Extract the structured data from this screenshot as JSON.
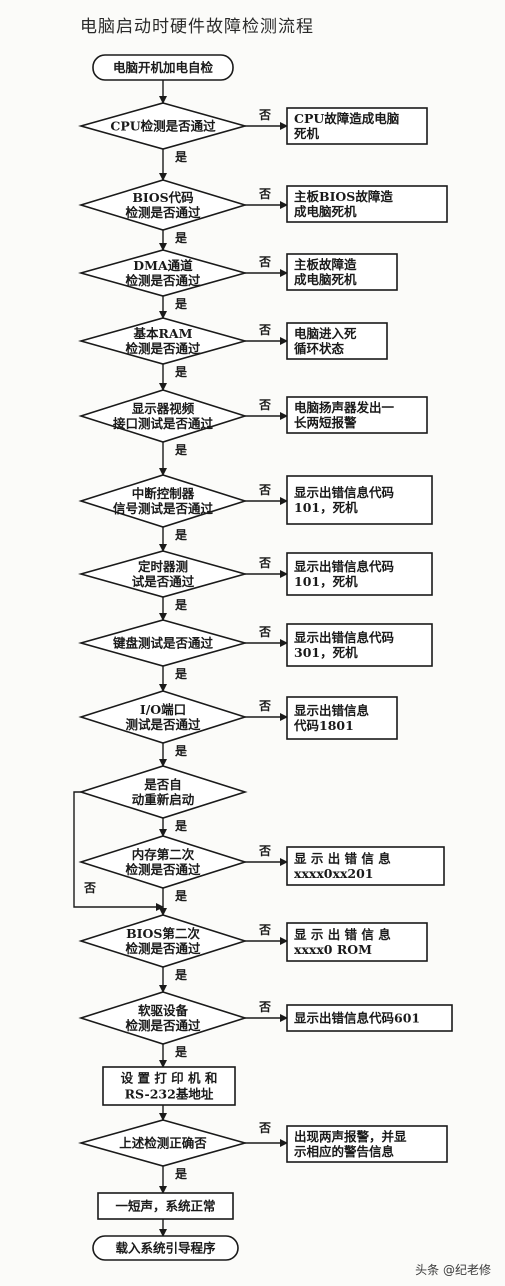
{
  "title": "电脑启动时硬件故障检测流程",
  "watermark": "头条 @纪老修",
  "labels": {
    "yes": "是",
    "no": "否"
  },
  "start": [
    "电脑开机加电自检"
  ],
  "checks": [
    {
      "q": [
        "CPU检测是否通过"
      ],
      "fail": [
        "CPU故障造成电脑",
        "死机"
      ]
    },
    {
      "q": [
        "BIOS代码",
        "检测是否通过"
      ],
      "fail": [
        "主板BIOS故障造",
        "成电脑死机"
      ]
    },
    {
      "q": [
        "DMA通道",
        "检测是否通过"
      ],
      "fail": [
        "主板故障造",
        "成电脑死机"
      ]
    },
    {
      "q": [
        "基本RAM",
        "检测是否通过"
      ],
      "fail": [
        "电脑进入死",
        "循环状态"
      ]
    },
    {
      "q": [
        "显示器视频",
        "接口测试是否通过"
      ],
      "fail": [
        "电脑扬声器发出一",
        "长两短报警"
      ]
    },
    {
      "q": [
        "中断控制器",
        "信号测试是否通过"
      ],
      "fail": [
        "显示出错信息代码",
        "101，死机"
      ]
    },
    {
      "q": [
        "定时器测",
        "试是否通过"
      ],
      "fail": [
        "显示出错信息代码",
        "101，死机"
      ]
    },
    {
      "q": [
        "键盘测试是否通过"
      ],
      "fail": [
        "显示出错信息代码",
        "301，死机"
      ]
    },
    {
      "q": [
        "I/O端口",
        "测试是否通过"
      ],
      "fail": [
        "显示出错信息",
        "代码1801"
      ]
    },
    {
      "q": [
        "是否自",
        "动重新启动"
      ]
    },
    {
      "q": [
        "内存第二次",
        "检测是否通过"
      ],
      "fail": [
        "显 示 出 错 信 息",
        "xxxx0xx201"
      ]
    },
    {
      "q": [
        "BIOS第二次",
        "检测是否通过"
      ],
      "fail": [
        "显 示 出 错 信 息",
        "xxxx0 ROM"
      ]
    },
    {
      "q": [
        "软驱设备",
        "检测是否通过"
      ],
      "fail": [
        "显示出错信息代码601"
      ]
    }
  ],
  "setup": [
    "设 置 打 印 机 和",
    "RS-232基地址"
  ],
  "final_check": {
    "q": [
      "上述检测正确否"
    ],
    "fail": [
      "出现两声报警，并显",
      "示相应的警告信息"
    ]
  },
  "normal": [
    "一短声，系统正常"
  ],
  "end": [
    "载入系统引导程序"
  ]
}
